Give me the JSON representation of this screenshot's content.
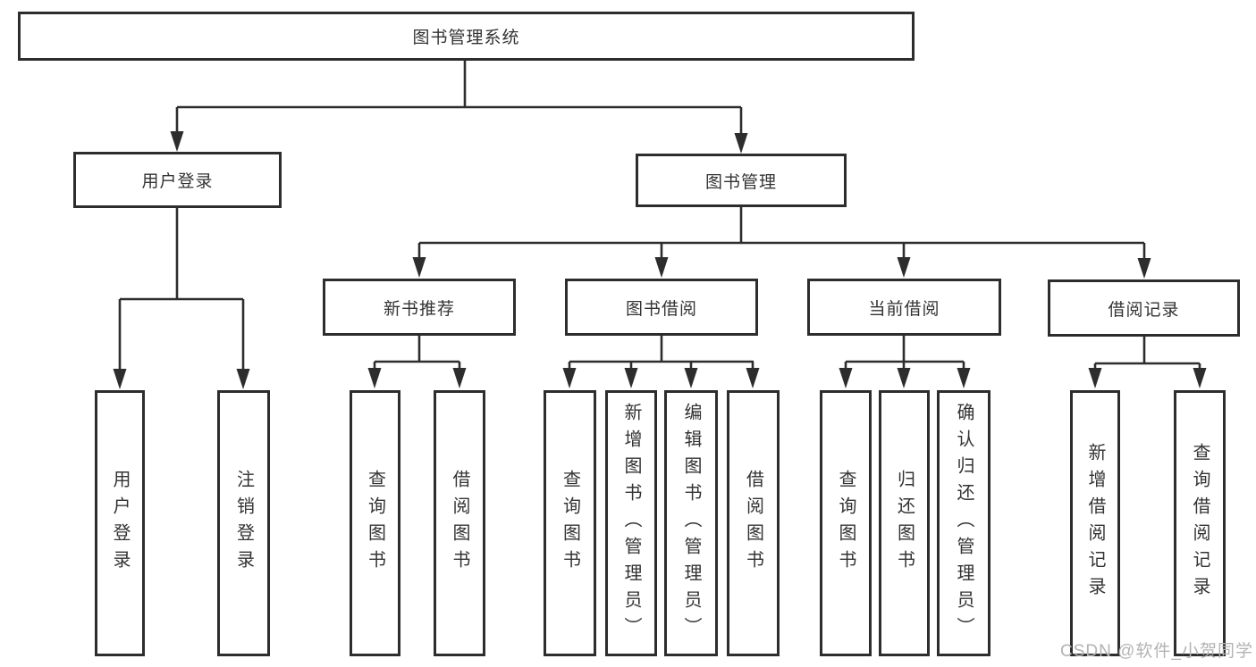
{
  "tree": {
    "label": "图书管理系统",
    "children": [
      {
        "label": "用户登录",
        "children": [
          {
            "label": "用户登录"
          },
          {
            "label": "注销登录"
          }
        ]
      },
      {
        "label": "图书管理",
        "children": [
          {
            "label": "新书推荐",
            "children": [
              {
                "label": "查询图书"
              },
              {
                "label": "借阅图书"
              }
            ]
          },
          {
            "label": "图书借阅",
            "children": [
              {
                "label": "查询图书"
              },
              {
                "label": "新增图书（管理员）"
              },
              {
                "label": "编辑图书（管理员）"
              },
              {
                "label": "借阅图书"
              }
            ]
          },
          {
            "label": "当前借阅",
            "children": [
              {
                "label": "查询图书"
              },
              {
                "label": "归还图书"
              },
              {
                "label": "确认归还（管理员）"
              }
            ]
          },
          {
            "label": "借阅记录",
            "children": [
              {
                "label": "新增借阅记录"
              },
              {
                "label": "查询借阅记录"
              }
            ]
          }
        ]
      }
    ]
  },
  "watermark": {
    "text": "CSDN @软件_小贺同学"
  },
  "colors": {
    "line": "#2d2d2d",
    "text": "#333333",
    "watermark_gray": "#b3b3b3",
    "background": "#ffffff"
  }
}
